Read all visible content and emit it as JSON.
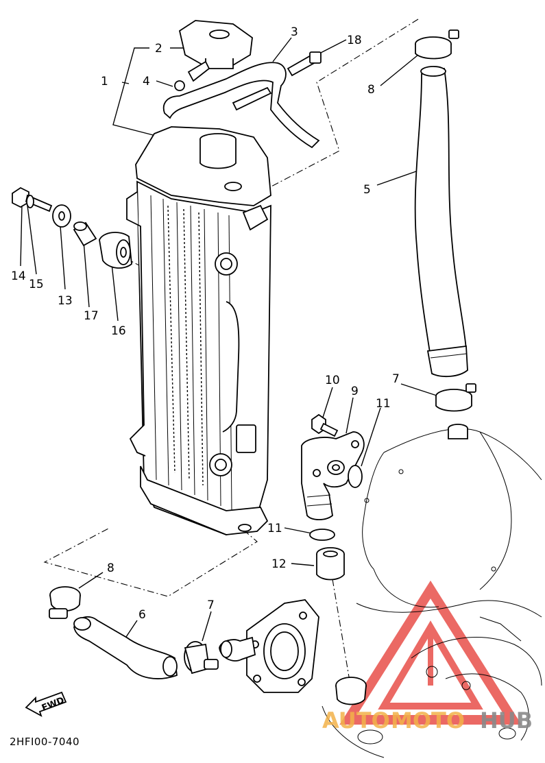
{
  "diagram": {
    "drawing_code": "2HFI00-7040",
    "fwd_label": "FWD",
    "callouts": [
      {
        "id": "c1",
        "text": "1"
      },
      {
        "id": "c2",
        "text": "2"
      },
      {
        "id": "c3",
        "text": "3"
      },
      {
        "id": "c4",
        "text": "4"
      },
      {
        "id": "c5",
        "text": "5"
      },
      {
        "id": "c6",
        "text": "6"
      },
      {
        "id": "c7a",
        "text": "7"
      },
      {
        "id": "c7b",
        "text": "7"
      },
      {
        "id": "c8a",
        "text": "8"
      },
      {
        "id": "c8b",
        "text": "8"
      },
      {
        "id": "c9",
        "text": "9"
      },
      {
        "id": "c10",
        "text": "10"
      },
      {
        "id": "c11a",
        "text": "11"
      },
      {
        "id": "c11b",
        "text": "11"
      },
      {
        "id": "c12",
        "text": "12"
      },
      {
        "id": "c13",
        "text": "13"
      },
      {
        "id": "c14",
        "text": "14"
      },
      {
        "id": "c15",
        "text": "15"
      },
      {
        "id": "c16",
        "text": "16"
      },
      {
        "id": "c17",
        "text": "17"
      },
      {
        "id": "c18",
        "text": "18"
      }
    ]
  },
  "watermark": {
    "part1": "AUTO",
    "part2": "MOTO",
    "part3": "HUB",
    "color_red": "#e8504a",
    "color_orange": "#f3b24a",
    "color_gray": "#8a8a8a"
  }
}
